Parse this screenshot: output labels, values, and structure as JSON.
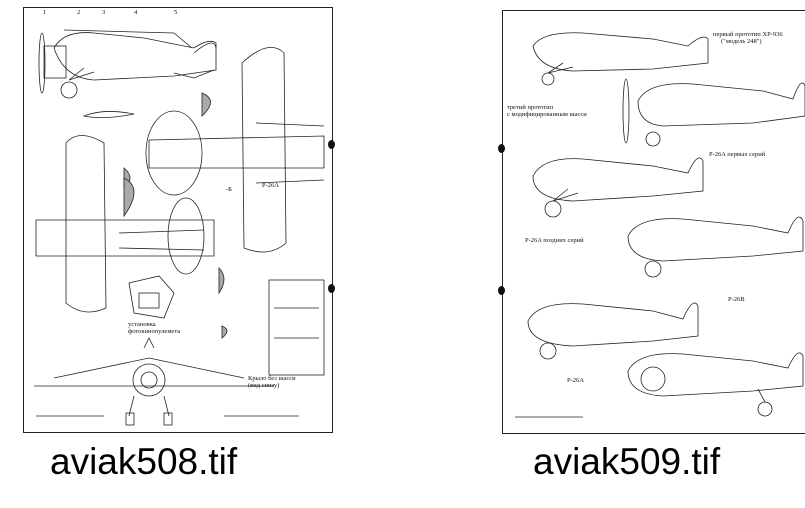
{
  "files": [
    {
      "filename": "aviak508.tif",
      "labels": {
        "model": "P-26A",
        "section_mark": "-Б",
        "camera_gun_line1": "установка",
        "camera_gun_line2": "фотокинопулемета",
        "wing_note_line1": "Крыло без шасси",
        "wing_note_line2": "(вид снизу)",
        "station_numbers": [
          "1",
          "2",
          "3",
          "4",
          "5"
        ]
      }
    },
    {
      "filename": "aviak509.tif",
      "labels": {
        "xp936_line1": "первый прототип XP-936",
        "xp936_line2": "(\"модель 248\")",
        "third_proto_line1": "третий прототип",
        "third_proto_line2": "с модифицированным шасси",
        "p26a_early": "P-26A первых серий",
        "p26a_late": "P-26A поздних серий",
        "p26b": "P-26B",
        "p26a": "P-26A"
      }
    }
  ]
}
